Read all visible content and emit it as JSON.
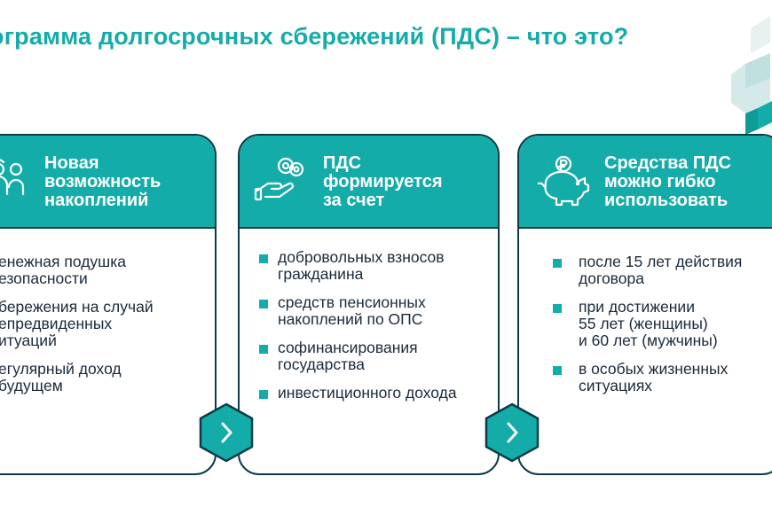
{
  "title": "ограмма долгосрочных сбережений (ПДС) – что это?",
  "colors": {
    "accent": "#13aca9",
    "border": "#0b3c46",
    "text": "#1b2a3a"
  },
  "cards": [
    {
      "icon": "family-icon",
      "title": "Новая\nвозможность\nнакоплений",
      "items": [
        "енежная подушка\nезопасности",
        "бережения на случай\nепредвиденных\nитуаций",
        "егулярный доход\nбудущем"
      ]
    },
    {
      "icon": "hand-coins-icon",
      "title": "ПДС\nформируется\nза счет",
      "items": [
        "добровольных взносов\nгражданина",
        "средств пенсионных\nнакоплений по ОПС",
        "софинансирования\nгосударства",
        "инвестиционного дохода"
      ]
    },
    {
      "icon": "piggy-bank-icon",
      "title": "Средства ПДС\nможно гибко\nиспользовать",
      "items": [
        "после 15 лет действия\nдоговора",
        "при достижении\n55 лет (женщины)\nи 60 лет (мужчины)",
        "в особых жизненных\nситуациях"
      ]
    }
  ],
  "arrows": [
    "chevron-right-icon",
    "chevron-right-icon"
  ]
}
